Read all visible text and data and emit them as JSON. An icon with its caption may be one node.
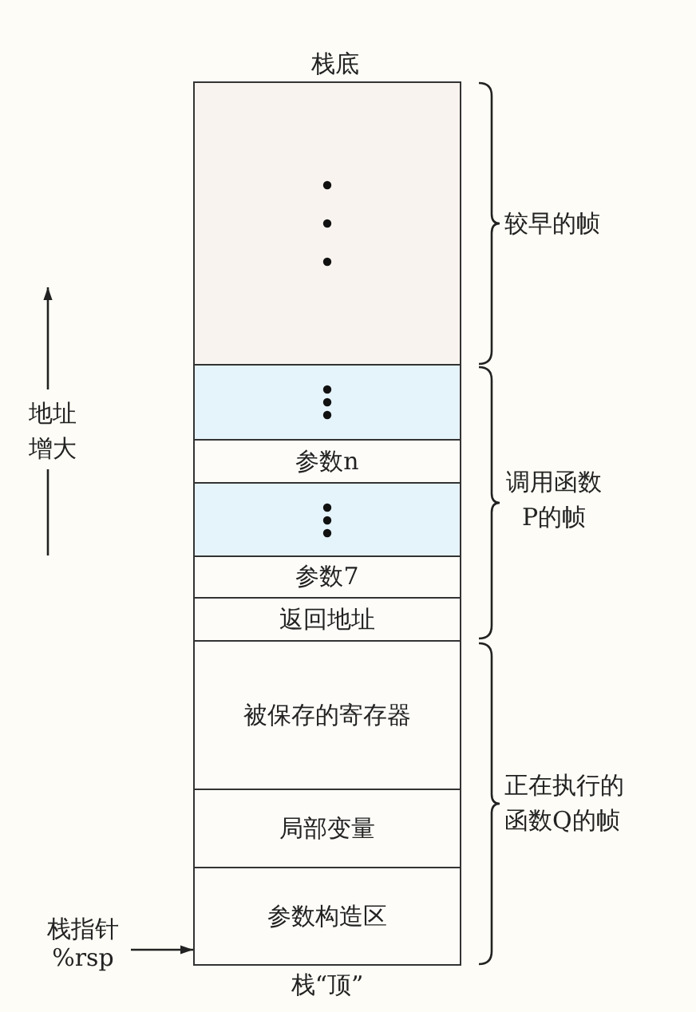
{
  "diagram": {
    "nodes": [
      {
        "text": [],
        "shape": "box"
      },
      {
        "text": [],
        "shape": "box"
      },
      {
        "text": [
          "参数n"
        ]
      },
      {
        "text": [],
        "shape": "box"
      },
      {
        "text": [
          "参数7"
        ]
      },
      {
        "text": [
          "返回地址"
        ]
      },
      {
        "text": [
          "被保存的寄存器"
        ]
      },
      {
        "text": [
          "局部变量"
        ]
      },
      {
        "text": [
          "参数构造区"
        ]
      },
      {
        "text": [
          "栈指针 %rsp"
        ]
      }
    ],
    "edges": [
      {
        "from": 9,
        "to": 8,
        "arrow": "to"
      }
    ],
    "labels": [
      "栈底",
      "较早的帧",
      "调用函数P的帧",
      "正在执行的函数Q的帧",
      "地址增大",
      "栈“顶”"
    ]
  }
}
